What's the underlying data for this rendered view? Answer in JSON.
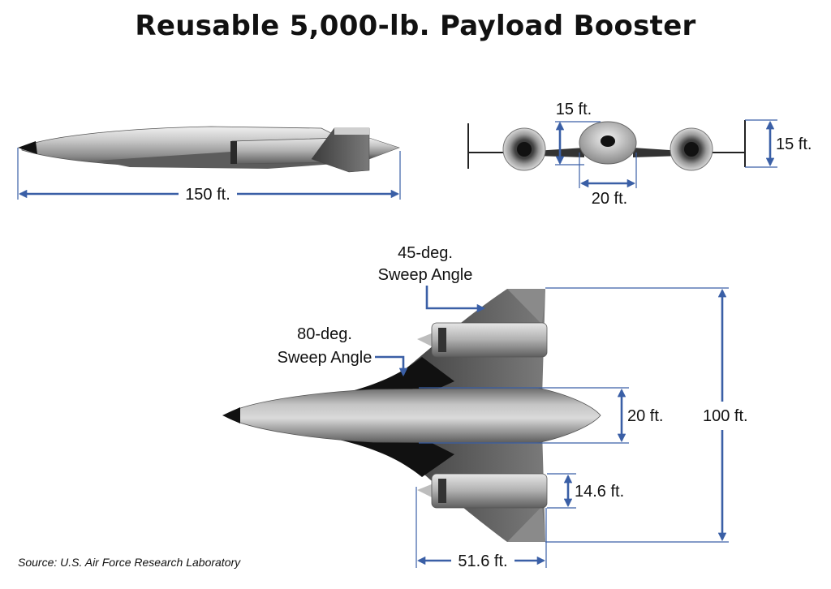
{
  "title": "Reusable 5,000-lb. Payload Booster",
  "source": "Source: U.S. Air Force Research Laboratory",
  "side_view": {
    "length_label": "150 ft."
  },
  "front_view": {
    "fuselage_height_label": "15 ft.",
    "overall_height_label": "15 ft.",
    "fuselage_width_label": "20 ft."
  },
  "top_view": {
    "outer_sweep_label_line1": "45-deg.",
    "outer_sweep_label_line2": "Sweep Angle",
    "inner_sweep_label_line1": "80-deg.",
    "inner_sweep_label_line2": "Sweep Angle",
    "fuselage_width_label": "20 ft.",
    "span_label": "100 ft.",
    "engine_diameter_label": "14.6 ft.",
    "wing_root_label": "51.6 ft."
  },
  "colors": {
    "dimension_line": "#3a5fa6",
    "airframe_light": "#dcdcdc",
    "airframe_dark": "#5a5a5a",
    "nose_tip": "#111111"
  }
}
